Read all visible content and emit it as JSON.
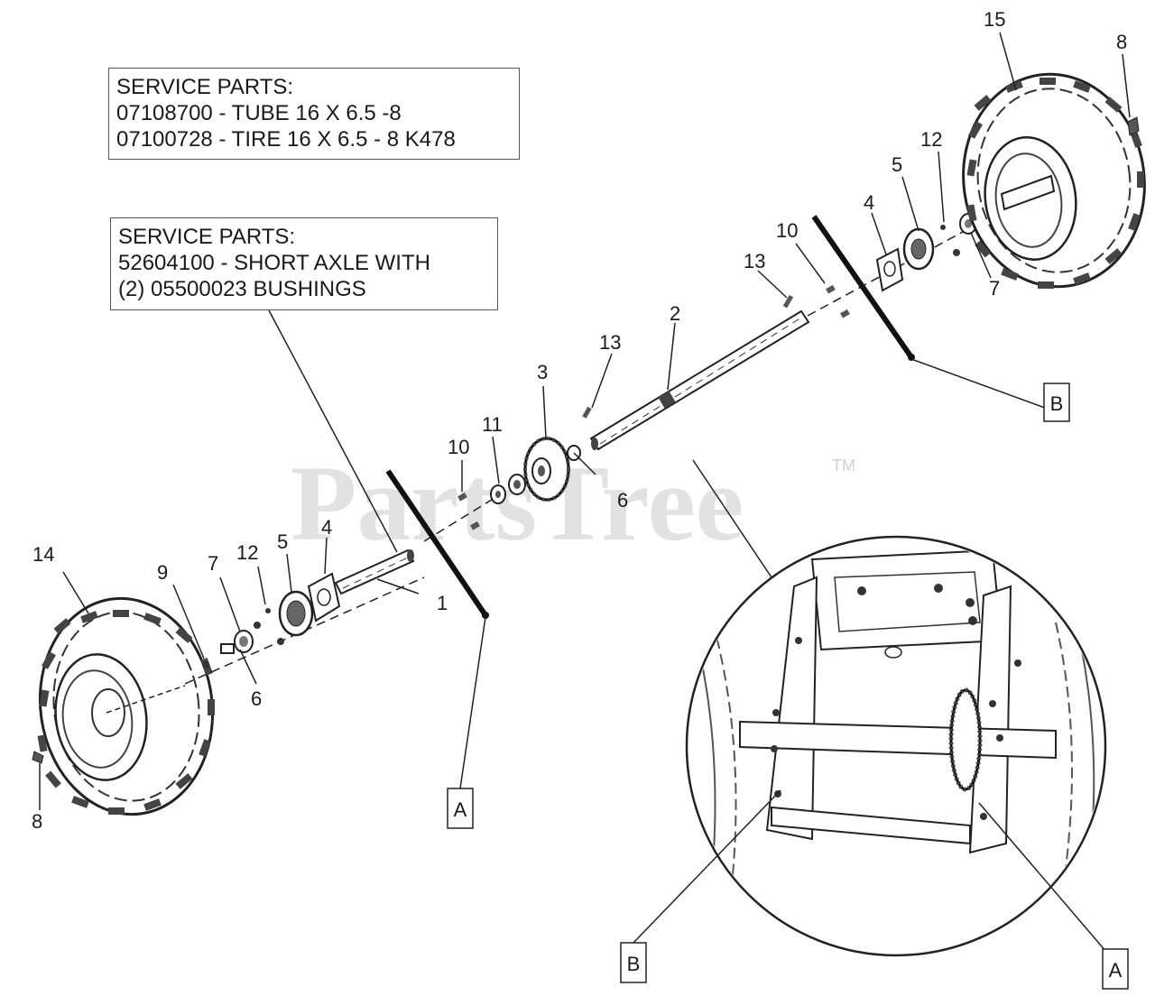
{
  "service_box_1": {
    "line1": "SERVICE PARTS:",
    "line2": "07108700 - TUBE 16 X 6.5 -8",
    "line3": "07100728 - TIRE 16 X 6.5 - 8 K478"
  },
  "service_box_2": {
    "line1": "SERVICE PARTS:",
    "line2": "52604100 - SHORT AXLE WITH",
    "line3": "(2) 05500023 BUSHINGS"
  },
  "watermark": {
    "text": "PartsTree",
    "tm": "TM"
  },
  "callouts": {
    "c1": "1",
    "c2": "2",
    "c3": "3",
    "c4_left": "4",
    "c4_right": "4",
    "c5_left": "5",
    "c5_right": "5",
    "c6_left": "6",
    "c6_center": "6",
    "c7_left": "7",
    "c7_right": "7",
    "c8_left": "8",
    "c8_right": "8",
    "c9": "9",
    "c10_left": "10",
    "c10_right": "10",
    "c11": "11",
    "c12_left": "12",
    "c12_right": "12",
    "c13_center": "13",
    "c13_right": "13",
    "c14": "14",
    "c15": "15"
  },
  "reference_letters": {
    "a_main": "A",
    "b_main": "B",
    "a_inset": "A",
    "b_inset": "B"
  }
}
